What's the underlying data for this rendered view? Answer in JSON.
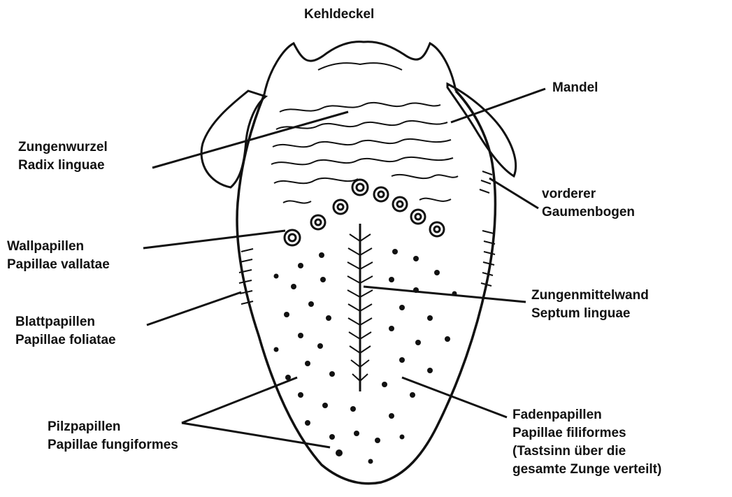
{
  "labels": {
    "kehldeckel": "Kehldeckel",
    "mandel": "Mandel",
    "zungenwurzel": [
      "Zungenwurzel",
      "Radix linguae"
    ],
    "gaumenbogen": [
      "vorderer",
      "Gaumenbogen"
    ],
    "wallpapillen": [
      "Wallpapillen",
      "Papillae vallatae"
    ],
    "septum": [
      "Zungenmittelwand",
      "Septum linguae"
    ],
    "blattpapillen": [
      "Blattpapillen",
      "Papillae foliatae"
    ],
    "pilzpapillen": [
      "Pilzpapillen",
      "Papillae fungiformes"
    ],
    "fadenpapillen": [
      "Fadenpapillen",
      "Papillae filiformes",
      "(Tastsinn über die",
      "gesamte Zunge verteilt)"
    ]
  },
  "colors": {
    "ink": "#111111",
    "background": "#ffffff"
  }
}
